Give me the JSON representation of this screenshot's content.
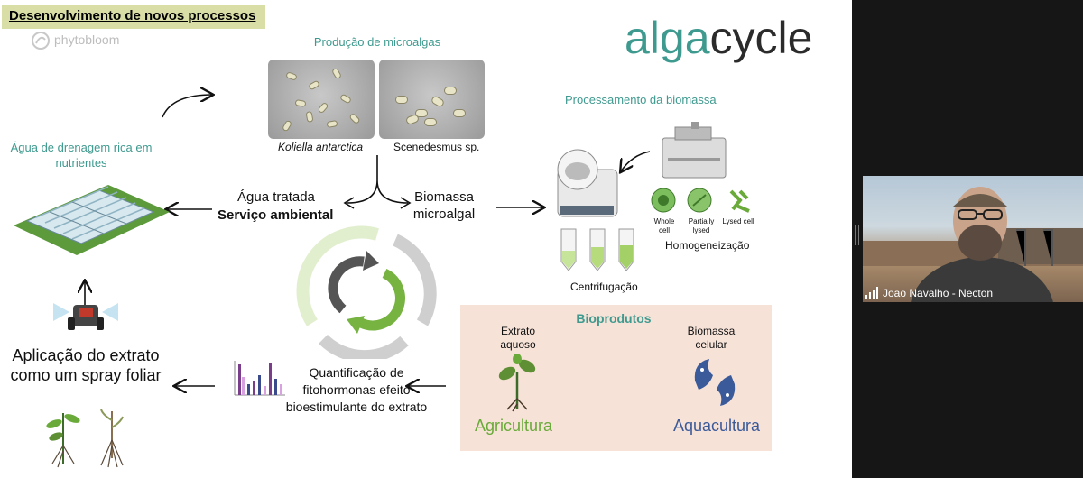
{
  "slide": {
    "title": "Desenvolvimento de novos processos",
    "logo_left": "phytobloom",
    "logo_right": {
      "part1": "alga",
      "part2": "cycle"
    },
    "microalgae": {
      "heading": "Produção de microalgas",
      "species1": "Koliella antarctica",
      "species2": "Scenedesmus sp."
    },
    "drainage": "Água de drenagem rica em nutrientes",
    "treated_water": "Água tratada",
    "env_service": "Serviço ambiental",
    "biomass": {
      "line1": "Biomassa",
      "line2": "microalgal"
    },
    "processing": {
      "heading": "Processamento da biomassa",
      "whole_cell": "Whole cell",
      "partially_lysed": "Partially lysed",
      "lysed_cell": "Lysed cell",
      "homogenization": "Homogeneização",
      "centrifugation": "Centrifugação"
    },
    "bioproducts": {
      "heading": "Bioprodutos",
      "aqueous_extract": "Extrato aquoso",
      "cell_biomass": "Biomassa celular",
      "agriculture": "Agricultura",
      "aquaculture": "Aquacultura"
    },
    "quantification": "Quantificação de fitohormonas efeito bioestimulante do extrato",
    "application": "Aplicação do extrato como um spray foliar",
    "colors": {
      "teal": "#3e9a8f",
      "green": "#6aaa3a",
      "navy": "#3a5a9a",
      "title_bg": "#d9dea6",
      "bio_bg": "#f7e2d8"
    }
  },
  "participant": {
    "name": "Joao Navalho - Necton"
  }
}
